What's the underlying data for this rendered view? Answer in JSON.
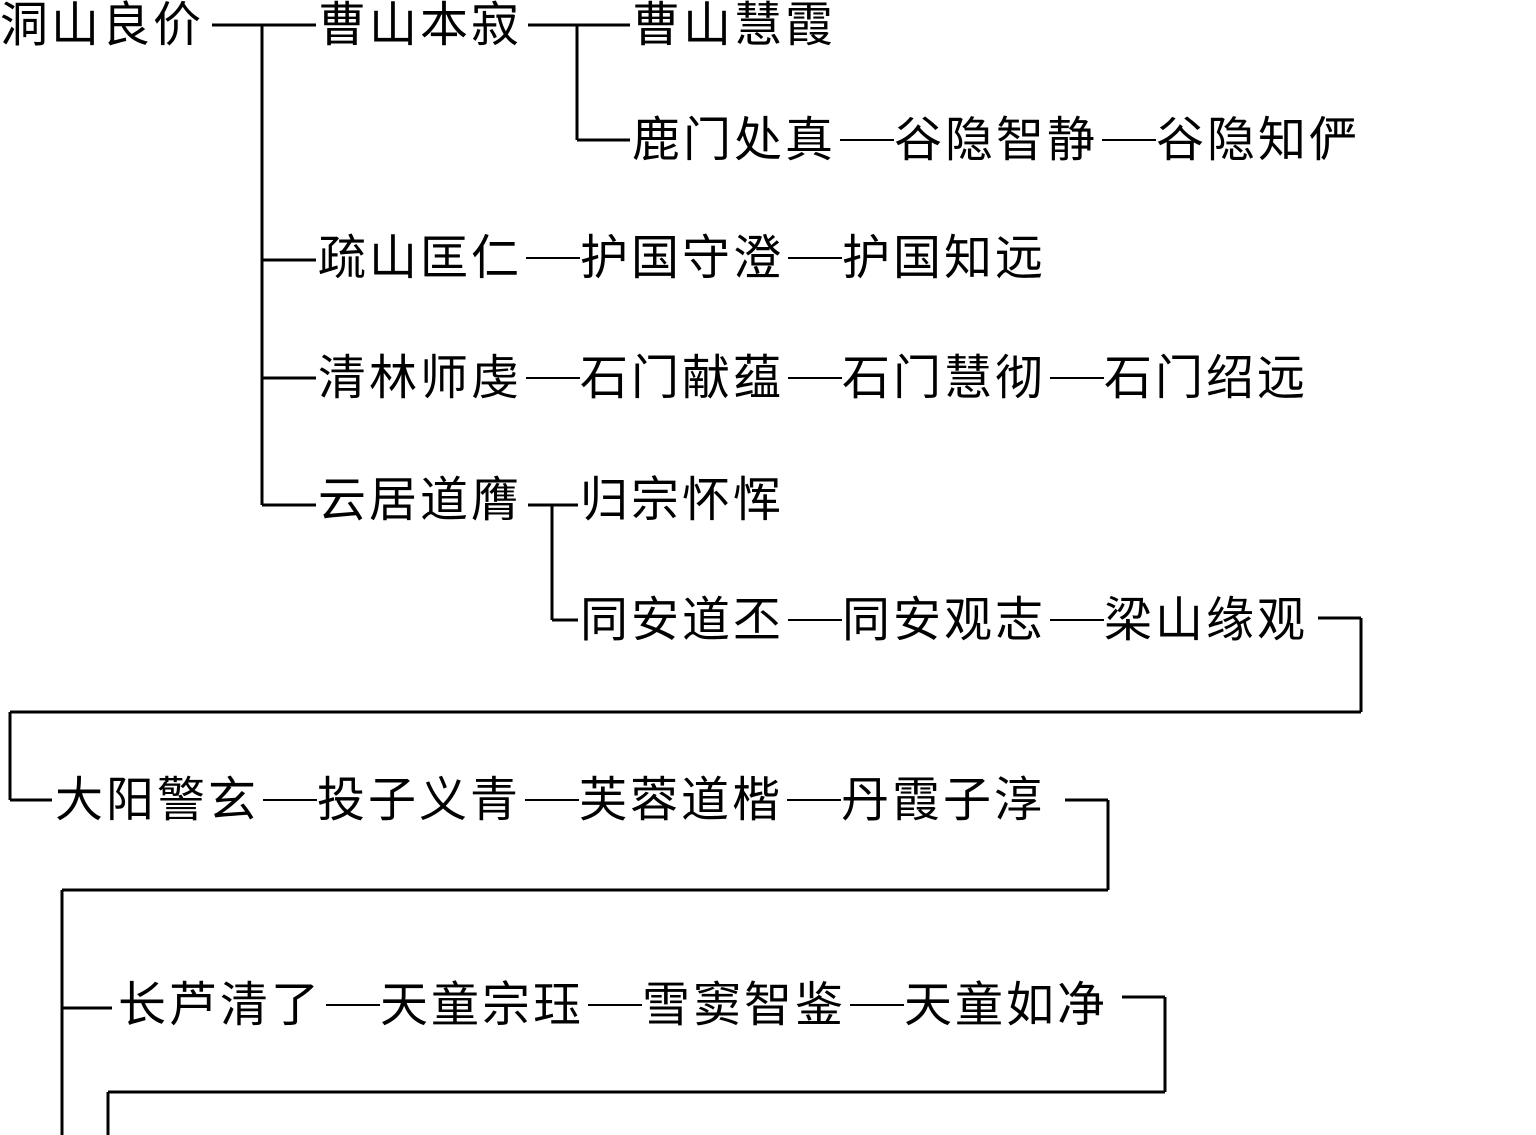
{
  "chains": [
    {
      "names": [
        "洞山良价"
      ]
    },
    {
      "names": [
        "曹山本寂"
      ]
    },
    {
      "names": [
        "曹山慧霞"
      ]
    },
    {
      "names": [
        "鹿门处真",
        "谷隐智静",
        "谷隐知俨"
      ]
    },
    {
      "names": [
        "疏山匡仁",
        "护国守澄",
        "护国知远"
      ]
    },
    {
      "names": [
        "清林师虔",
        "石门献蕴",
        "石门慧彻",
        "石门绍远"
      ]
    },
    {
      "names": [
        "云居道膺"
      ]
    },
    {
      "names": [
        "归宗怀恽"
      ]
    },
    {
      "names": [
        "同安道丕",
        "同安观志",
        "梁山缘观"
      ]
    },
    {
      "names": [
        "大阳警玄",
        "投子义青",
        "芙蓉道楷",
        "丹霞子淳"
      ]
    },
    {
      "names": [
        "长芦清了",
        "天童宗珏",
        "雪窦智鉴",
        "天童如净"
      ]
    }
  ]
}
